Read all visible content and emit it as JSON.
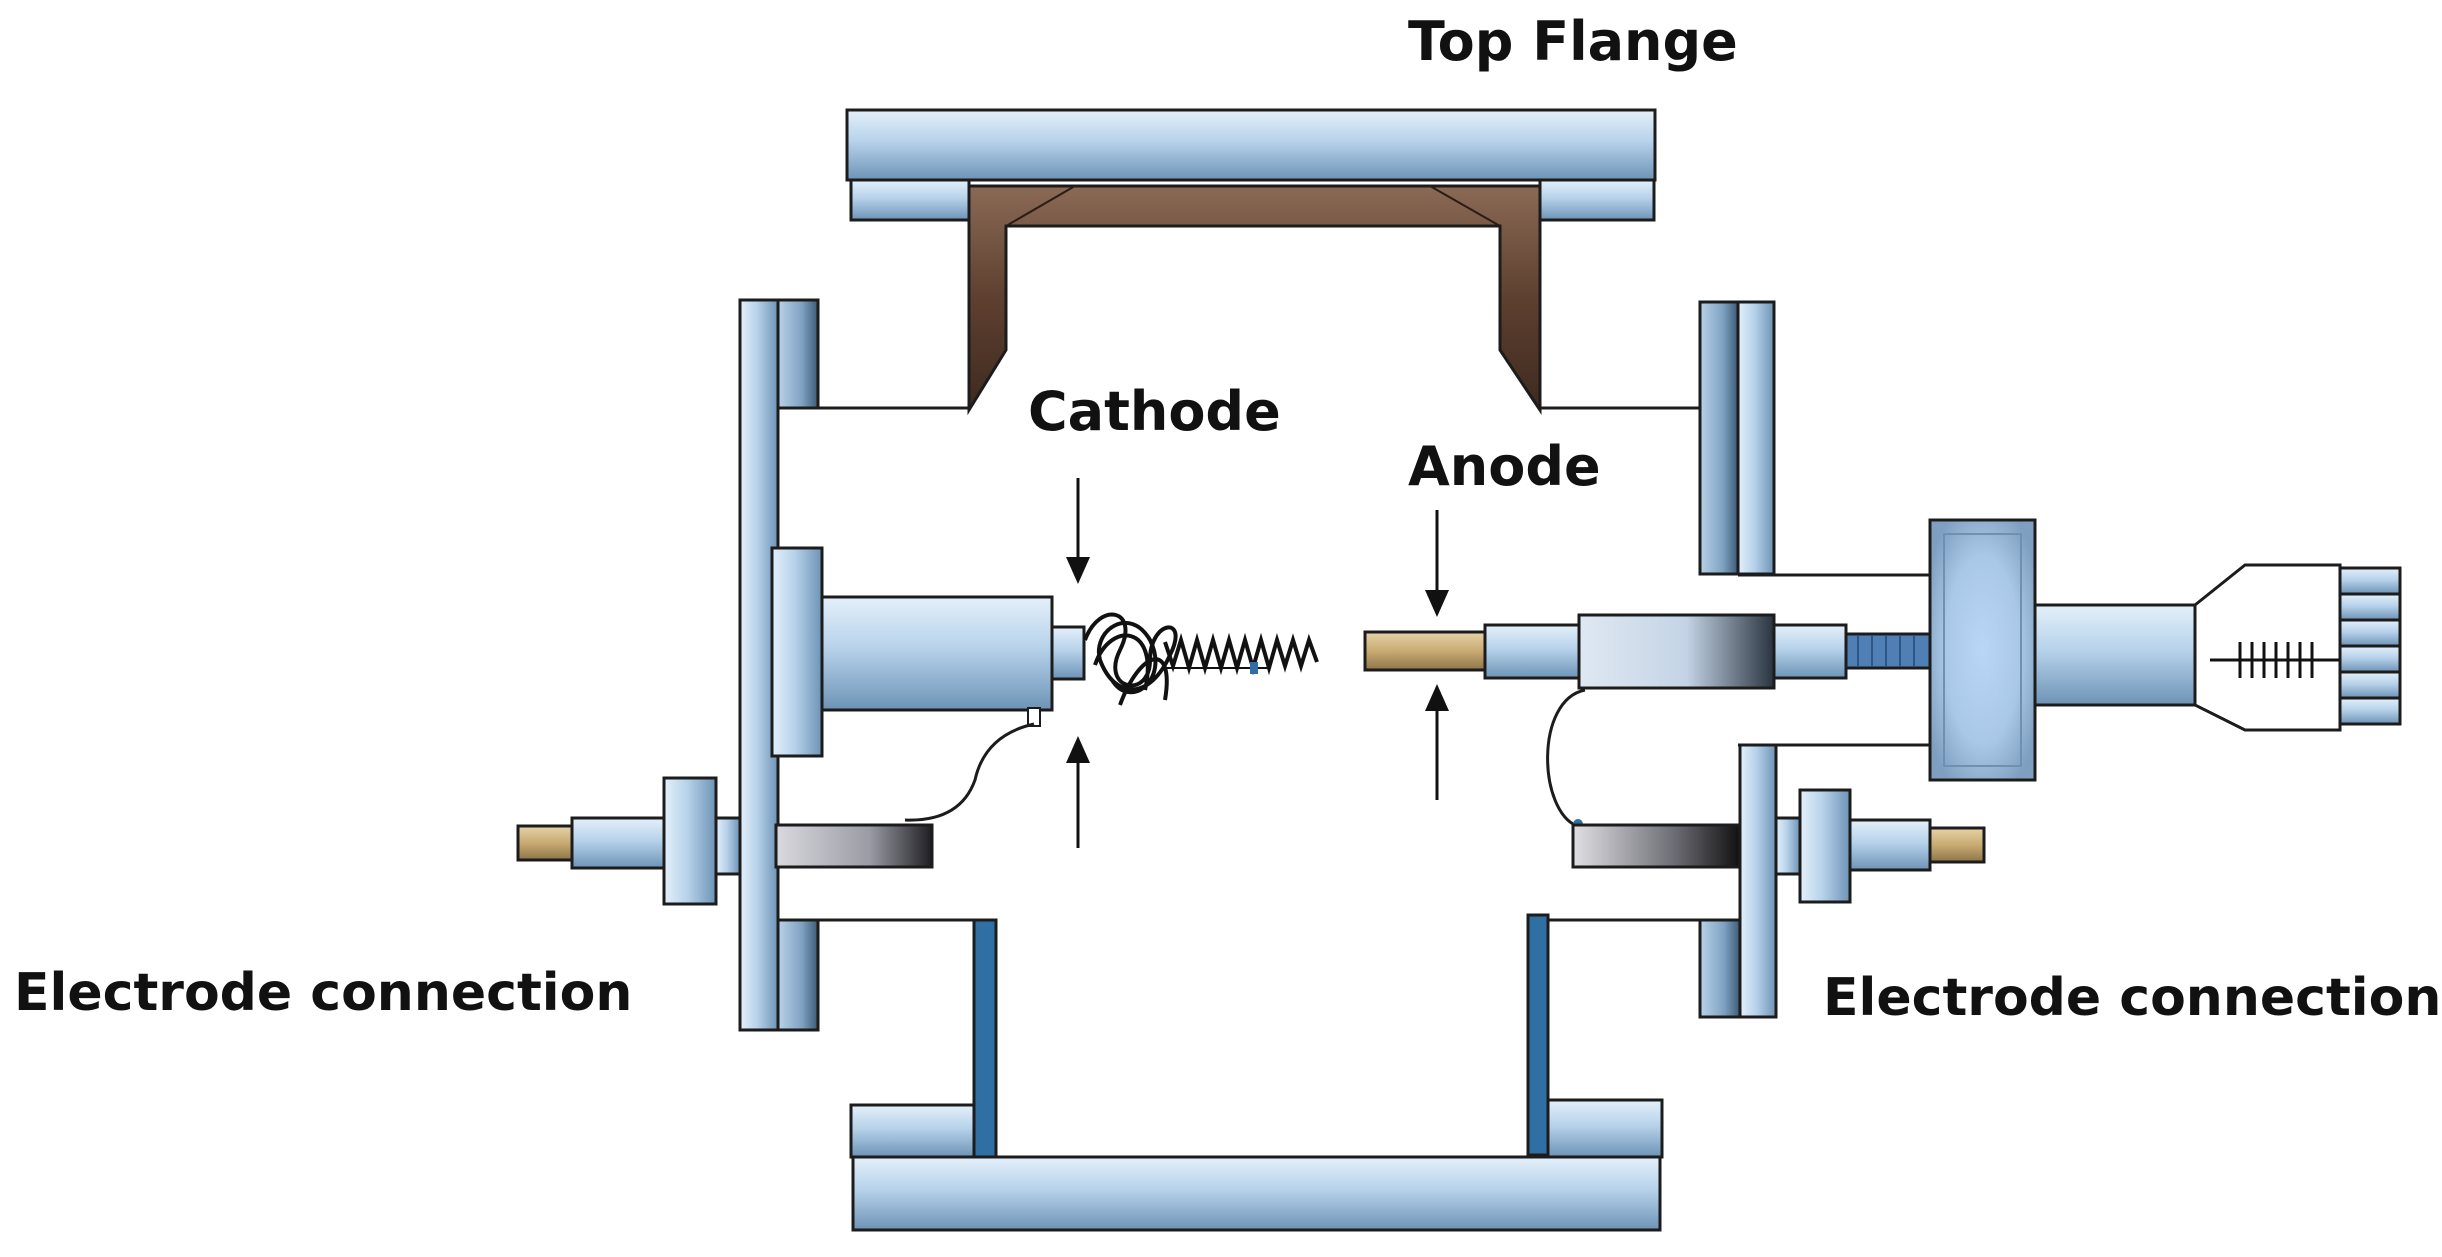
{
  "labels": {
    "top_flange": "Top Flange",
    "cathode": "Cathode",
    "anode": "Anode",
    "electrode_connection_left": "Electrode connection",
    "electrode_connection_right": "Electrode connection"
  },
  "colors": {
    "steel_light": "#c6dcee",
    "steel_mid": "#9fc0de",
    "steel_dark": "#5d7f9e",
    "outline": "#1c1c1c",
    "seal_brown": "#5e4030",
    "brass": "#c8aa72",
    "spring": "#1a1a1a",
    "inner_wall": "#2f6fa3"
  }
}
